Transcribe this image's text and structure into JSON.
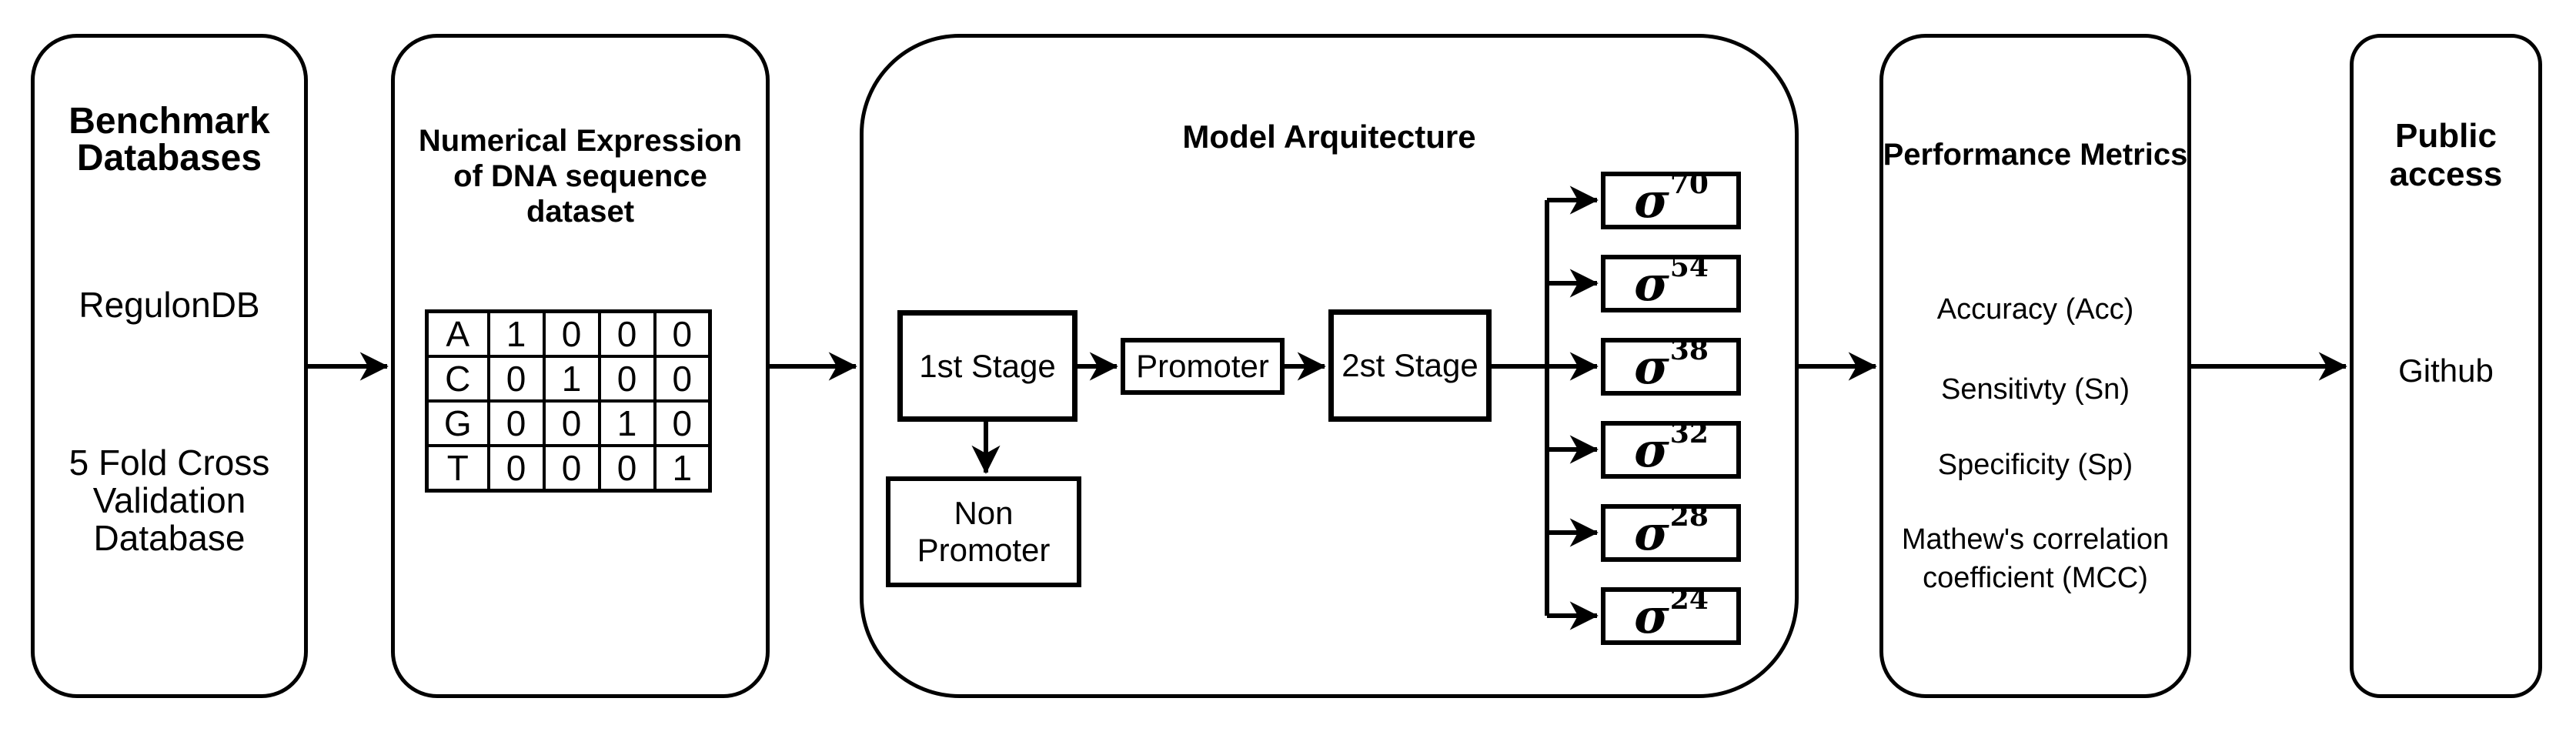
{
  "colors": {
    "ink": "#000000",
    "background": "#ffffff"
  },
  "diagram": {
    "benchmark": {
      "title": "Benchmark\nDatabases",
      "source": "RegulonDB",
      "dataset": "5 Fold Cross\nValidation\nDatabase"
    },
    "numerical": {
      "title": "Numerical Expression\nof DNA sequence\ndataset",
      "encoding_table": {
        "rows": [
          [
            "A",
            "1",
            "0",
            "0",
            "0"
          ],
          [
            "C",
            "0",
            "1",
            "0",
            "0"
          ],
          [
            "G",
            "0",
            "0",
            "1",
            "0"
          ],
          [
            "T",
            "0",
            "0",
            "0",
            "1"
          ]
        ]
      }
    },
    "model": {
      "title": "Model Arquitecture",
      "stage1": "1st Stage",
      "promoter": "Promoter",
      "stage2": "2st Stage",
      "non_promoter": "Non\nPromoter",
      "sigma_factors": [
        {
          "base": "σ",
          "sup": "70"
        },
        {
          "base": "σ",
          "sup": "54"
        },
        {
          "base": "σ",
          "sup": "38"
        },
        {
          "base": "σ",
          "sup": "32"
        },
        {
          "base": "σ",
          "sup": "28"
        },
        {
          "base": "σ",
          "sup": "24"
        }
      ]
    },
    "metrics": {
      "title": "Performance Metrics",
      "items": [
        "Accuracy (Acc)",
        "Sensitivty (Sn)",
        "Specificity (Sp)",
        "Mathew's correlation\ncoefficient (MCC)"
      ]
    },
    "public_access": {
      "title": "Public\naccess",
      "item": "Github"
    }
  }
}
